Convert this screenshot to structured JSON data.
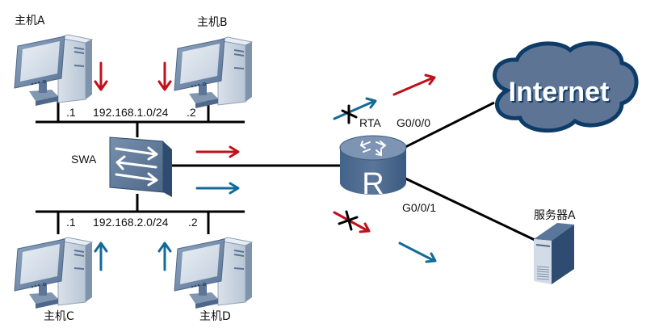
{
  "colors": {
    "link": "#000000",
    "flow_red": "#c0101a",
    "flow_blue": "#126a98",
    "device_dark": "#3f5f84",
    "device_mid": "#5e7a9b",
    "device_light": "#cdd7e3",
    "cloud_fill": "#5e7494",
    "cloud_border": "#0e3c68"
  },
  "hosts": [
    {
      "id": "A",
      "label": "主机A",
      "ip_suffix": ".1",
      "lan": "top",
      "flow": "red-down"
    },
    {
      "id": "B",
      "label": "主机B",
      "ip_suffix": ".2",
      "lan": "top",
      "flow": "red-down"
    },
    {
      "id": "C",
      "label": "主机C",
      "ip_suffix": ".1",
      "lan": "bottom",
      "flow": "blue-up"
    },
    {
      "id": "D",
      "label": "主机D",
      "ip_suffix": ".2",
      "lan": "bottom",
      "flow": "blue-up"
    }
  ],
  "lans": {
    "top": {
      "subnet": "192.168.1.0/24",
      "left_suffix": ".1",
      "right_suffix": ".2"
    },
    "bottom": {
      "subnet": "192.168.2.0/24",
      "left_suffix": ".1",
      "right_suffix": ".2"
    }
  },
  "switch": {
    "label": "SWA"
  },
  "router": {
    "label": "RTA",
    "letter": "R",
    "ports": {
      "wan": "G0/0/0",
      "lan": "G0/0/1"
    }
  },
  "internet": {
    "label": "Internet"
  },
  "server": {
    "label": "服务器A"
  },
  "flows": {
    "to_internet_red": {
      "allowed": true
    },
    "to_internet_blue": {
      "allowed": false
    },
    "to_server_red": {
      "allowed": false
    },
    "to_server_blue": {
      "allowed": true
    }
  }
}
